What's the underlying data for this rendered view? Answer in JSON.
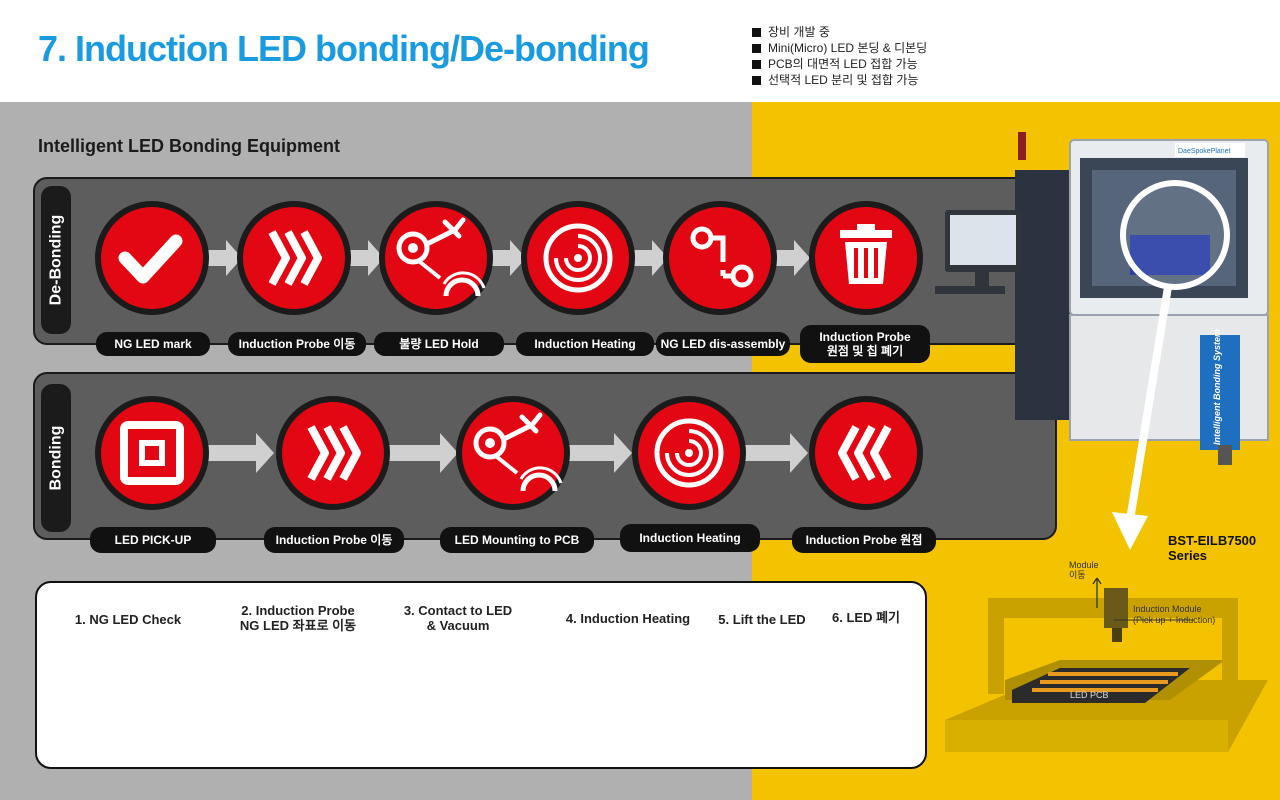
{
  "title": "7. Induction LED bonding/De-bonding",
  "bullets": [
    "장비 개발 중",
    "Mini(Micro) LED 본딩 & 디본딩",
    "PCB의 대면적 LED 접합 가능",
    "선택적 LED 분리 및 접합 가능"
  ],
  "subtitle": "Intelligent LED  Bonding Equipment",
  "debonding": {
    "tab": "De-Bonding",
    "steps": [
      {
        "icon": "checkmark-icon",
        "label": "NG LED mark"
      },
      {
        "icon": "chevrons-right-icon",
        "label": "Induction Probe 이동"
      },
      {
        "icon": "probe-hold-icon",
        "label": "불량 LED Hold"
      },
      {
        "icon": "induction-coil-icon",
        "label": "Induction Heating"
      },
      {
        "icon": "disassembly-icon",
        "label": "NG LED dis-assembly"
      },
      {
        "icon": "trash-icon",
        "label_line1": "Induction Probe",
        "label_line2": "원점 및 칩 폐기"
      }
    ]
  },
  "bonding": {
    "tab": "Bonding",
    "steps": [
      {
        "icon": "square-target-icon",
        "label": "LED PICK-UP"
      },
      {
        "icon": "chevrons-right-icon",
        "label": "Induction Probe 이동"
      },
      {
        "icon": "probe-mount-icon",
        "label": "LED Mounting to PCB"
      },
      {
        "icon": "induction-coil-icon",
        "label": "Induction Heating"
      },
      {
        "icon": "chevrons-left-icon",
        "label": "Induction Probe 원점"
      }
    ]
  },
  "process": [
    {
      "title": [
        "1. NG LED Check"
      ]
    },
    {
      "title": [
        "2. Induction Probe",
        "NG LED 좌표로 이동"
      ]
    },
    {
      "title": [
        "3. Contact to LED",
        "& Vacuum"
      ]
    },
    {
      "title": [
        "4. Induction Heating"
      ]
    },
    {
      "title": [
        "5. Lift the LED"
      ]
    },
    {
      "title": [
        "6. LED 폐기"
      ]
    }
  ],
  "machine": {
    "brand": "DaeSpokePlanet",
    "side_text": "Intelligent Bonding System",
    "series_line1": "BST-EILB7500",
    "series_line2": "Series",
    "module_move": [
      "Module",
      "이동"
    ],
    "induction_module": [
      "Induction Module",
      "(Pick up + Induction)"
    ],
    "pcb_label": "LED PCB"
  },
  "colors": {
    "accent_blue": "#1a9be0",
    "icon_red": "#e30613",
    "gray_bg": "#b0b0b0",
    "yellow_bg": "#f4c300",
    "panel_gray": "#5d5d5d",
    "probe_teal": "#2c5d5a"
  }
}
